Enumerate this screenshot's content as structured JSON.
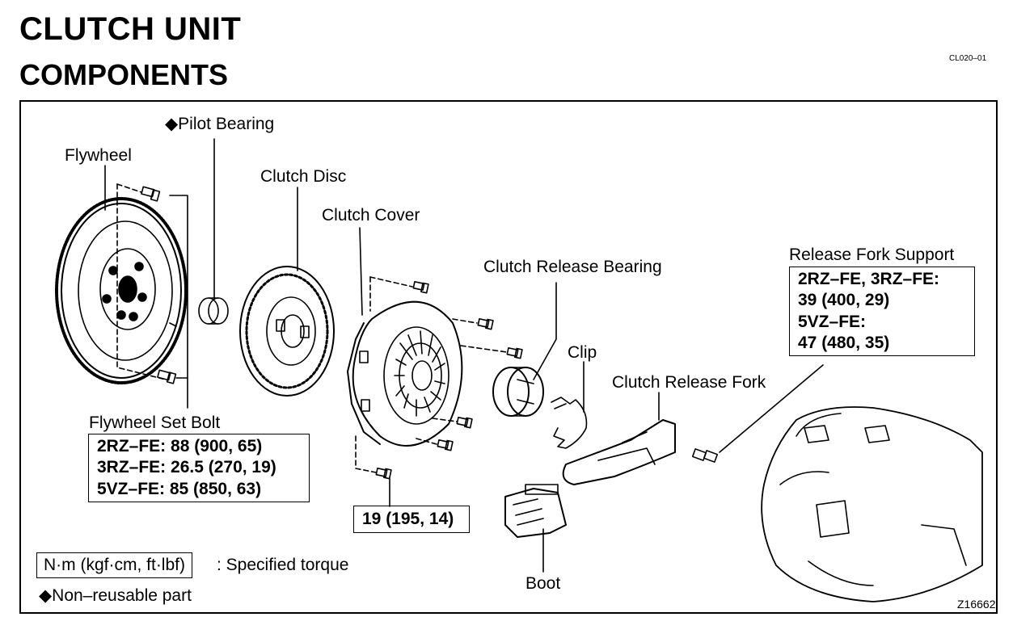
{
  "title": "CLUTCH UNIT",
  "subtitle": "COMPONENTS",
  "doc_code": "CL020–01",
  "figure_code": "Z16662",
  "labels": {
    "pilot_bearing": "Pilot Bearing",
    "flywheel": "Flywheel",
    "clutch_disc": "Clutch Disc",
    "clutch_cover": "Clutch Cover",
    "clutch_release_bearing": "Clutch Release Bearing",
    "release_fork_support": "Release Fork Support",
    "clip": "Clip",
    "clutch_release_fork": "Clutch Release Fork",
    "flywheel_set_bolt": "Flywheel Set Bolt",
    "boot": "Boot"
  },
  "non_reusable_marker": "◆",
  "torque": {
    "flywheel_set_bolt": [
      "2RZ–FE: 88 (900, 65)",
      "3RZ–FE: 26.5 (270, 19)",
      "5VZ–FE: 85 (850, 63)"
    ],
    "clutch_cover_bolt": "19 (195, 14)",
    "release_fork_support": [
      "2RZ–FE, 3RZ–FE:",
      "39 (400, 29)",
      "5VZ–FE:",
      "47 (480, 35)"
    ]
  },
  "legend": {
    "torque_unit": "N·m (kgf·cm, ft·lbf)",
    "torque_desc": ": Specified torque",
    "non_reusable": "Non–reusable part"
  }
}
